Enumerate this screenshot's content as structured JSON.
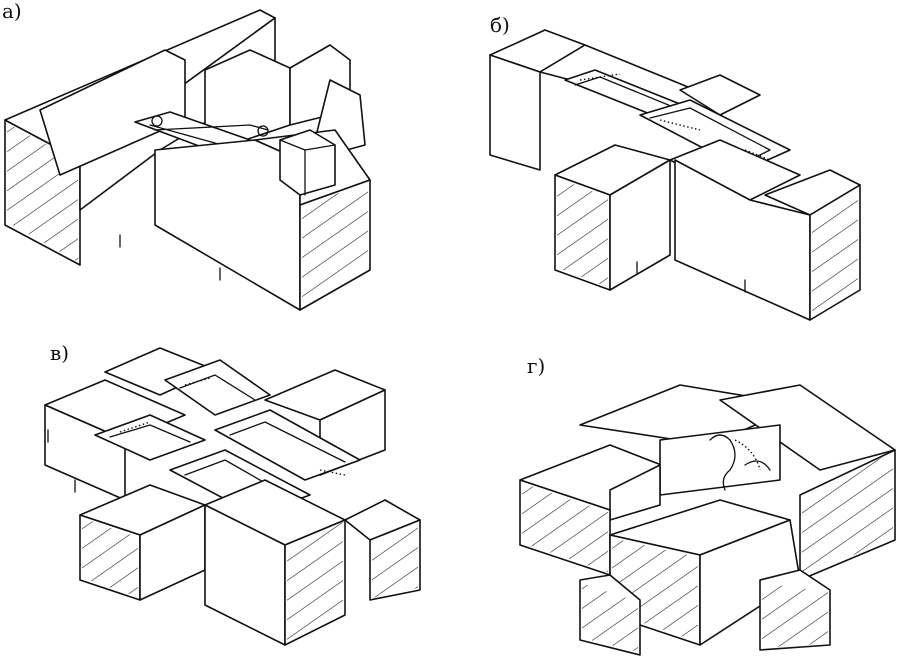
{
  "figure": {
    "panels": [
      {
        "id": "a",
        "label": "а)"
      },
      {
        "id": "b",
        "label": "б)"
      },
      {
        "id": "v",
        "label": "в)"
      },
      {
        "id": "g",
        "label": "г)"
      }
    ]
  }
}
